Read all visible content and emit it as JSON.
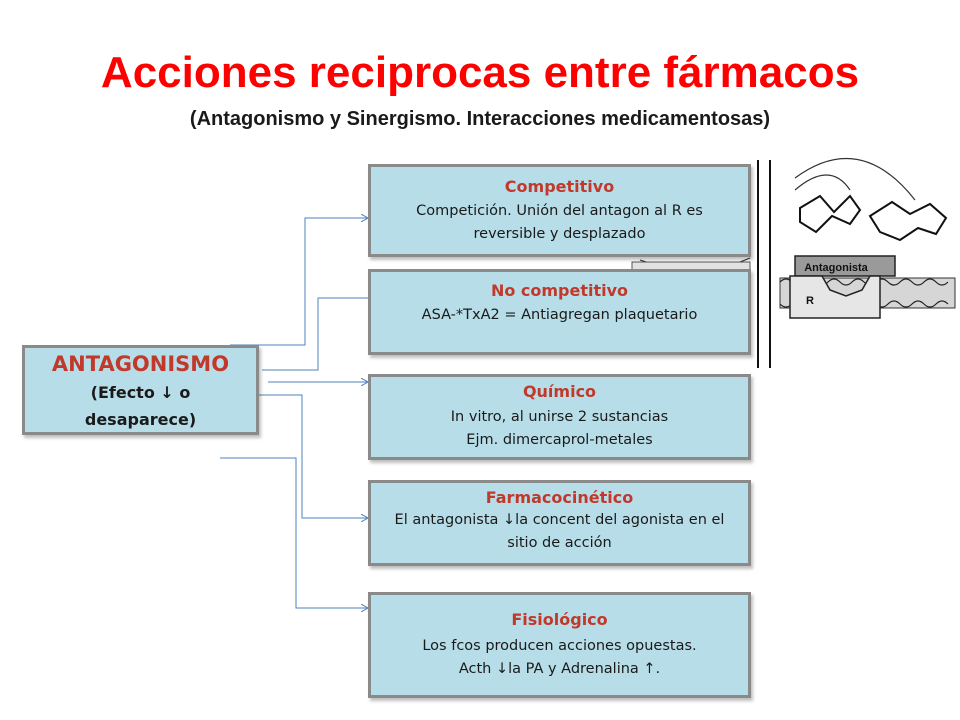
{
  "title": "Acciones reciprocas entre fármacos",
  "subtitle": "(Antagonismo y Sinergismo.  Interacciones medicamentosas)",
  "main": {
    "label": "ANTAGONISMO",
    "description": "(Efecto ↓ o desaparece)"
  },
  "boxes": [
    {
      "label": "Competitivo",
      "description": "Competición. Unión del antagon al R es reversible y desplazado"
    },
    {
      "label": "No competitivo",
      "description": "ASA-*TxA2 = Antiagregan plaquetario"
    },
    {
      "label": "Químico",
      "description_line1": "In vitro, al unirse 2 sustancias",
      "description_line2": "Ejm. dimercaprol-metales"
    },
    {
      "label": "Farmacocinético",
      "description": "El antagonista ↓la concent del agonista en el sitio de acción"
    },
    {
      "label": "Fisiológico",
      "description_line1": "Los fcos producen acciones opuestas.",
      "description_line2": "Acth ↓la PA y Adrenalina ↑."
    }
  ],
  "image": {
    "label_antagonist": "Antagonista",
    "label_receptor": "R"
  },
  "colors": {
    "title": "#ff0000",
    "box_fill": "#b7dde8",
    "box_border": "#8a8a8a",
    "heading": "#c0392b",
    "connector": "#4f81bd"
  }
}
